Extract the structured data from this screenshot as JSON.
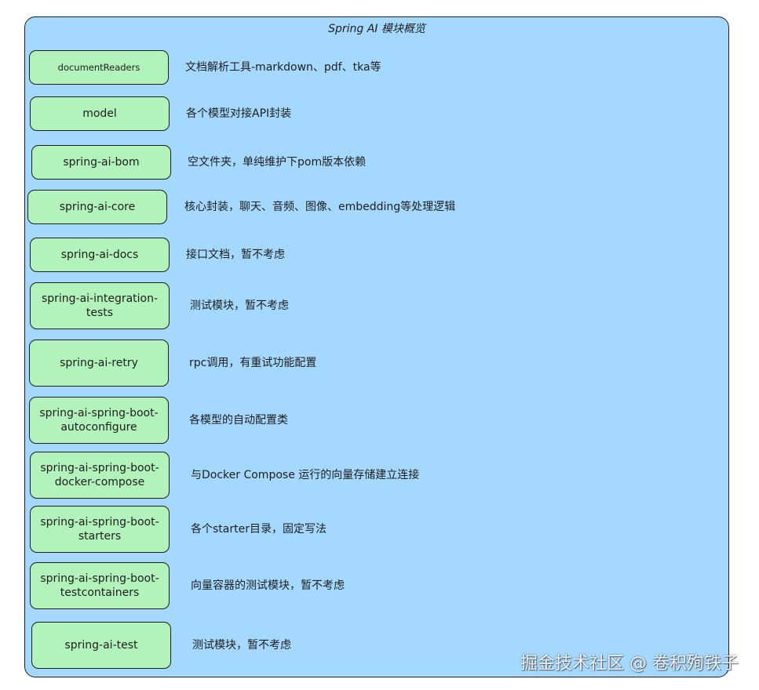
{
  "diagram": {
    "title": "Spring AI 模块概览",
    "modules": [
      {
        "name": "documentReaders",
        "desc": "文档解析工具-markdown、pdf、tka等"
      },
      {
        "name": "model",
        "desc": "各个模型对接API封装"
      },
      {
        "name": "spring-ai-bom",
        "desc": "空文件夹，单纯维护下pom版本依赖"
      },
      {
        "name": "spring-ai-core",
        "desc": "核心封装，聊天、音频、图像、embedding等处理逻辑"
      },
      {
        "name": "spring-ai-docs",
        "desc": "接口文档，暂不考虑"
      },
      {
        "name": "spring-ai-integration-\ntests",
        "desc": "测试模块，暂不考虑"
      },
      {
        "name": "spring-ai-retry",
        "desc": "rpc调用，有重试功能配置"
      },
      {
        "name": "spring-ai-spring-boot-\nautoconfigure",
        "desc": "各模型的自动配置类"
      },
      {
        "name": "spring-ai-spring-boot-\ndocker-compose",
        "desc": "与Docker Compose 运行的向量存储建立连接"
      },
      {
        "name": "spring-ai-spring-boot-\nstarters",
        "desc": "各个starter目录，固定写法"
      },
      {
        "name": "spring-ai-spring-boot-\ntestcontainers",
        "desc": "向量容器的测试模块，暂不考虑"
      },
      {
        "name": "spring-ai-test",
        "desc": "测试模块，暂不考虑"
      }
    ]
  },
  "watermark": "掘金技术社区 @ 卷积殉铁子",
  "colors": {
    "panel_fill": "#a5d8ff",
    "box_fill": "#b2f2bb",
    "stroke": "#1e1e1e"
  }
}
